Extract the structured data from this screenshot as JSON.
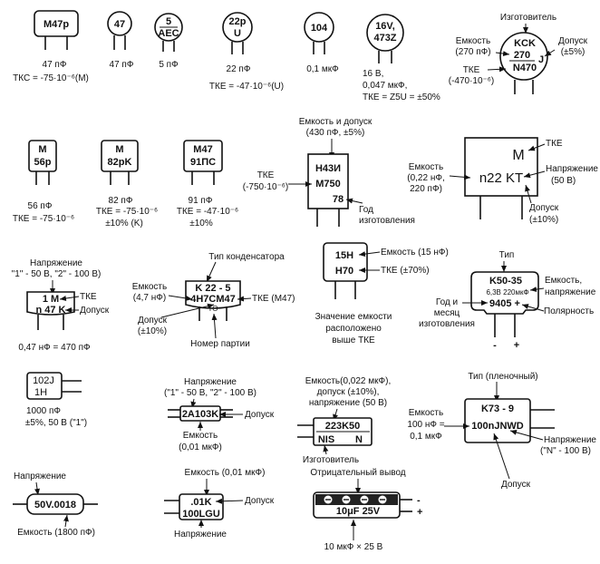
{
  "row1": {
    "c1": {
      "mark": "M47p",
      "cap": "47 пФ",
      "tkc": "ТКС = -75·10⁻⁶(M)"
    },
    "c2": {
      "mark": "47",
      "cap": "47 пФ"
    },
    "c3": {
      "mark1": "5",
      "mark2": "AEC",
      "cap": "5 пФ"
    },
    "c4": {
      "mark1": "22p",
      "mark2": "U",
      "cap": "22 пФ",
      "tke": "ТКЕ = -47·10⁻⁶(U)"
    },
    "c5": {
      "mark": "104",
      "cap": "0,1 мкФ"
    },
    "c6": {
      "mark1": "16V,",
      "mark2": "473Z",
      "line1": "16 В,",
      "line2": "0,047 мкФ,",
      "line3": "ТКЕ = Z5U = ±50%"
    },
    "c7": {
      "maker": "Изготовитель",
      "m1": "KCK",
      "m2": "270",
      "m3": "J",
      "m4": "N470",
      "cap_label1": "Емкость",
      "cap_label2": "(270 пФ)",
      "tol_label1": "Допуск",
      "tol_label2": "(±5%)",
      "tke_label1": "ТКЕ",
      "tke_label2": "(-470·10⁻⁶)"
    }
  },
  "row2": {
    "c1": {
      "m1": "M",
      "m2": "56p",
      "cap": "56 пФ",
      "tke": "ТКЕ = -75·10⁻⁶"
    },
    "c2": {
      "m1": "M",
      "m2": "82pK",
      "cap": "82 пФ",
      "tke": "ТКЕ = -75·10⁻⁶",
      "tol": "±10% (K)"
    },
    "c3": {
      "m1": "M47",
      "m2": "91ПС",
      "cap": "91 пФ",
      "tke": "ТКЕ = -47·10⁻⁶",
      "tol": "±10%"
    },
    "c4": {
      "top1": "Емкость и допуск",
      "top2": "(430 пФ, ±5%)",
      "m1": "H43И",
      "m2": "M750",
      "m3": "78",
      "tke1": "ТКЕ",
      "tke2": "(-750·10⁻⁶)",
      "year1": "Год",
      "year2": "изготовления"
    },
    "c5": {
      "m1": "M",
      "m2": "n22 KT",
      "tke": "ТКЕ",
      "cap1": "Емкость",
      "cap2": "(0,22 нФ,",
      "cap3": "220 пФ)",
      "volt1": "Напряжение",
      "volt2": "(50 В)",
      "tol1": "Допуск",
      "tol2": "(±10%)"
    }
  },
  "row3": {
    "c1": {
      "v1": "Напряжение",
      "v2": "\"1\" - 50 В, \"2\" - 100 В)",
      "m1": "1 M",
      "m2": "n 47 K",
      "tke": "ТКЕ",
      "tol": "Допуск",
      "cap": "0,47 нФ = 470 пФ"
    },
    "c2": {
      "type": "Тип конденсатора",
      "cap1": "Емкость",
      "cap2": "(4,7 нФ)",
      "m1": "K 22 - 5",
      "m2": "4H7CM47",
      "m3": "TO",
      "tke": "ТКЕ (M47)",
      "tol1": "Допуск",
      "tol2": "(±10%)",
      "batch": "Номер партии"
    },
    "c3": {
      "m1": "15H",
      "m2": "H70",
      "cap": "Емкость (15 нФ)",
      "tke": "ТКЕ (±70%)",
      "note1": "Значение емкости",
      "note2": "расположено",
      "note3": "выше ТКЕ"
    },
    "c4": {
      "type": "Тип",
      "m1": "K50-35",
      "m2": "6,3B 220мкФ",
      "m3": "9405 +",
      "cv1": "Емкость,",
      "cv2": "напряжение",
      "year1": "Год и",
      "year2": "месяц",
      "year3": "изготовления",
      "pol": "Полярность",
      "minus": "-",
      "plus": "+"
    }
  },
  "row4": {
    "c1": {
      "m1": "102J",
      "m2": "1H",
      "cap": "1000 пФ",
      "spec": "±5%, 50 В (\"1\")"
    },
    "c2": {
      "v1": "Напряжение",
      "v2": "(\"1\" - 50 В, \"2\" - 100 В)",
      "m": "2A103K",
      "tol": "Допуск",
      "cap1": "Емкость",
      "cap2": "(0,01 мкФ)"
    },
    "c3": {
      "t1": "Емкость(0,022 мкФ),",
      "t2": "допуск (±10%),",
      "t3": "напряжение (50 В)",
      "m1": "223K50",
      "m2": "NIS",
      "m3": "N",
      "maker": "Изготовитель"
    },
    "c4": {
      "type": "Тип (пленочный)",
      "m1": "K73 - 9",
      "m2": "100nJNWD",
      "cap1": "Емкость",
      "cap2": "100 нФ =",
      "cap3": "0,1 мкФ",
      "volt1": "Напряжение",
      "volt2": "(\"N\" - 100 В)",
      "tol": "Допуск"
    }
  },
  "row5": {
    "c1": {
      "volt": "Напряжение",
      "m": "50V.0018",
      "cap": "Емкость (1800 пФ)"
    },
    "c2": {
      "cap": "Емкость (0,01 мкФ)",
      "m1": ".01K",
      "m2": "100LGU",
      "tol": "Допуск",
      "volt": "Напряжение"
    },
    "c3": {
      "neg": "Отрицательный вывод",
      "m": "10μF 25V",
      "minus": "-",
      "plus": "+",
      "cap": "10 мкФ × 25 В"
    }
  }
}
